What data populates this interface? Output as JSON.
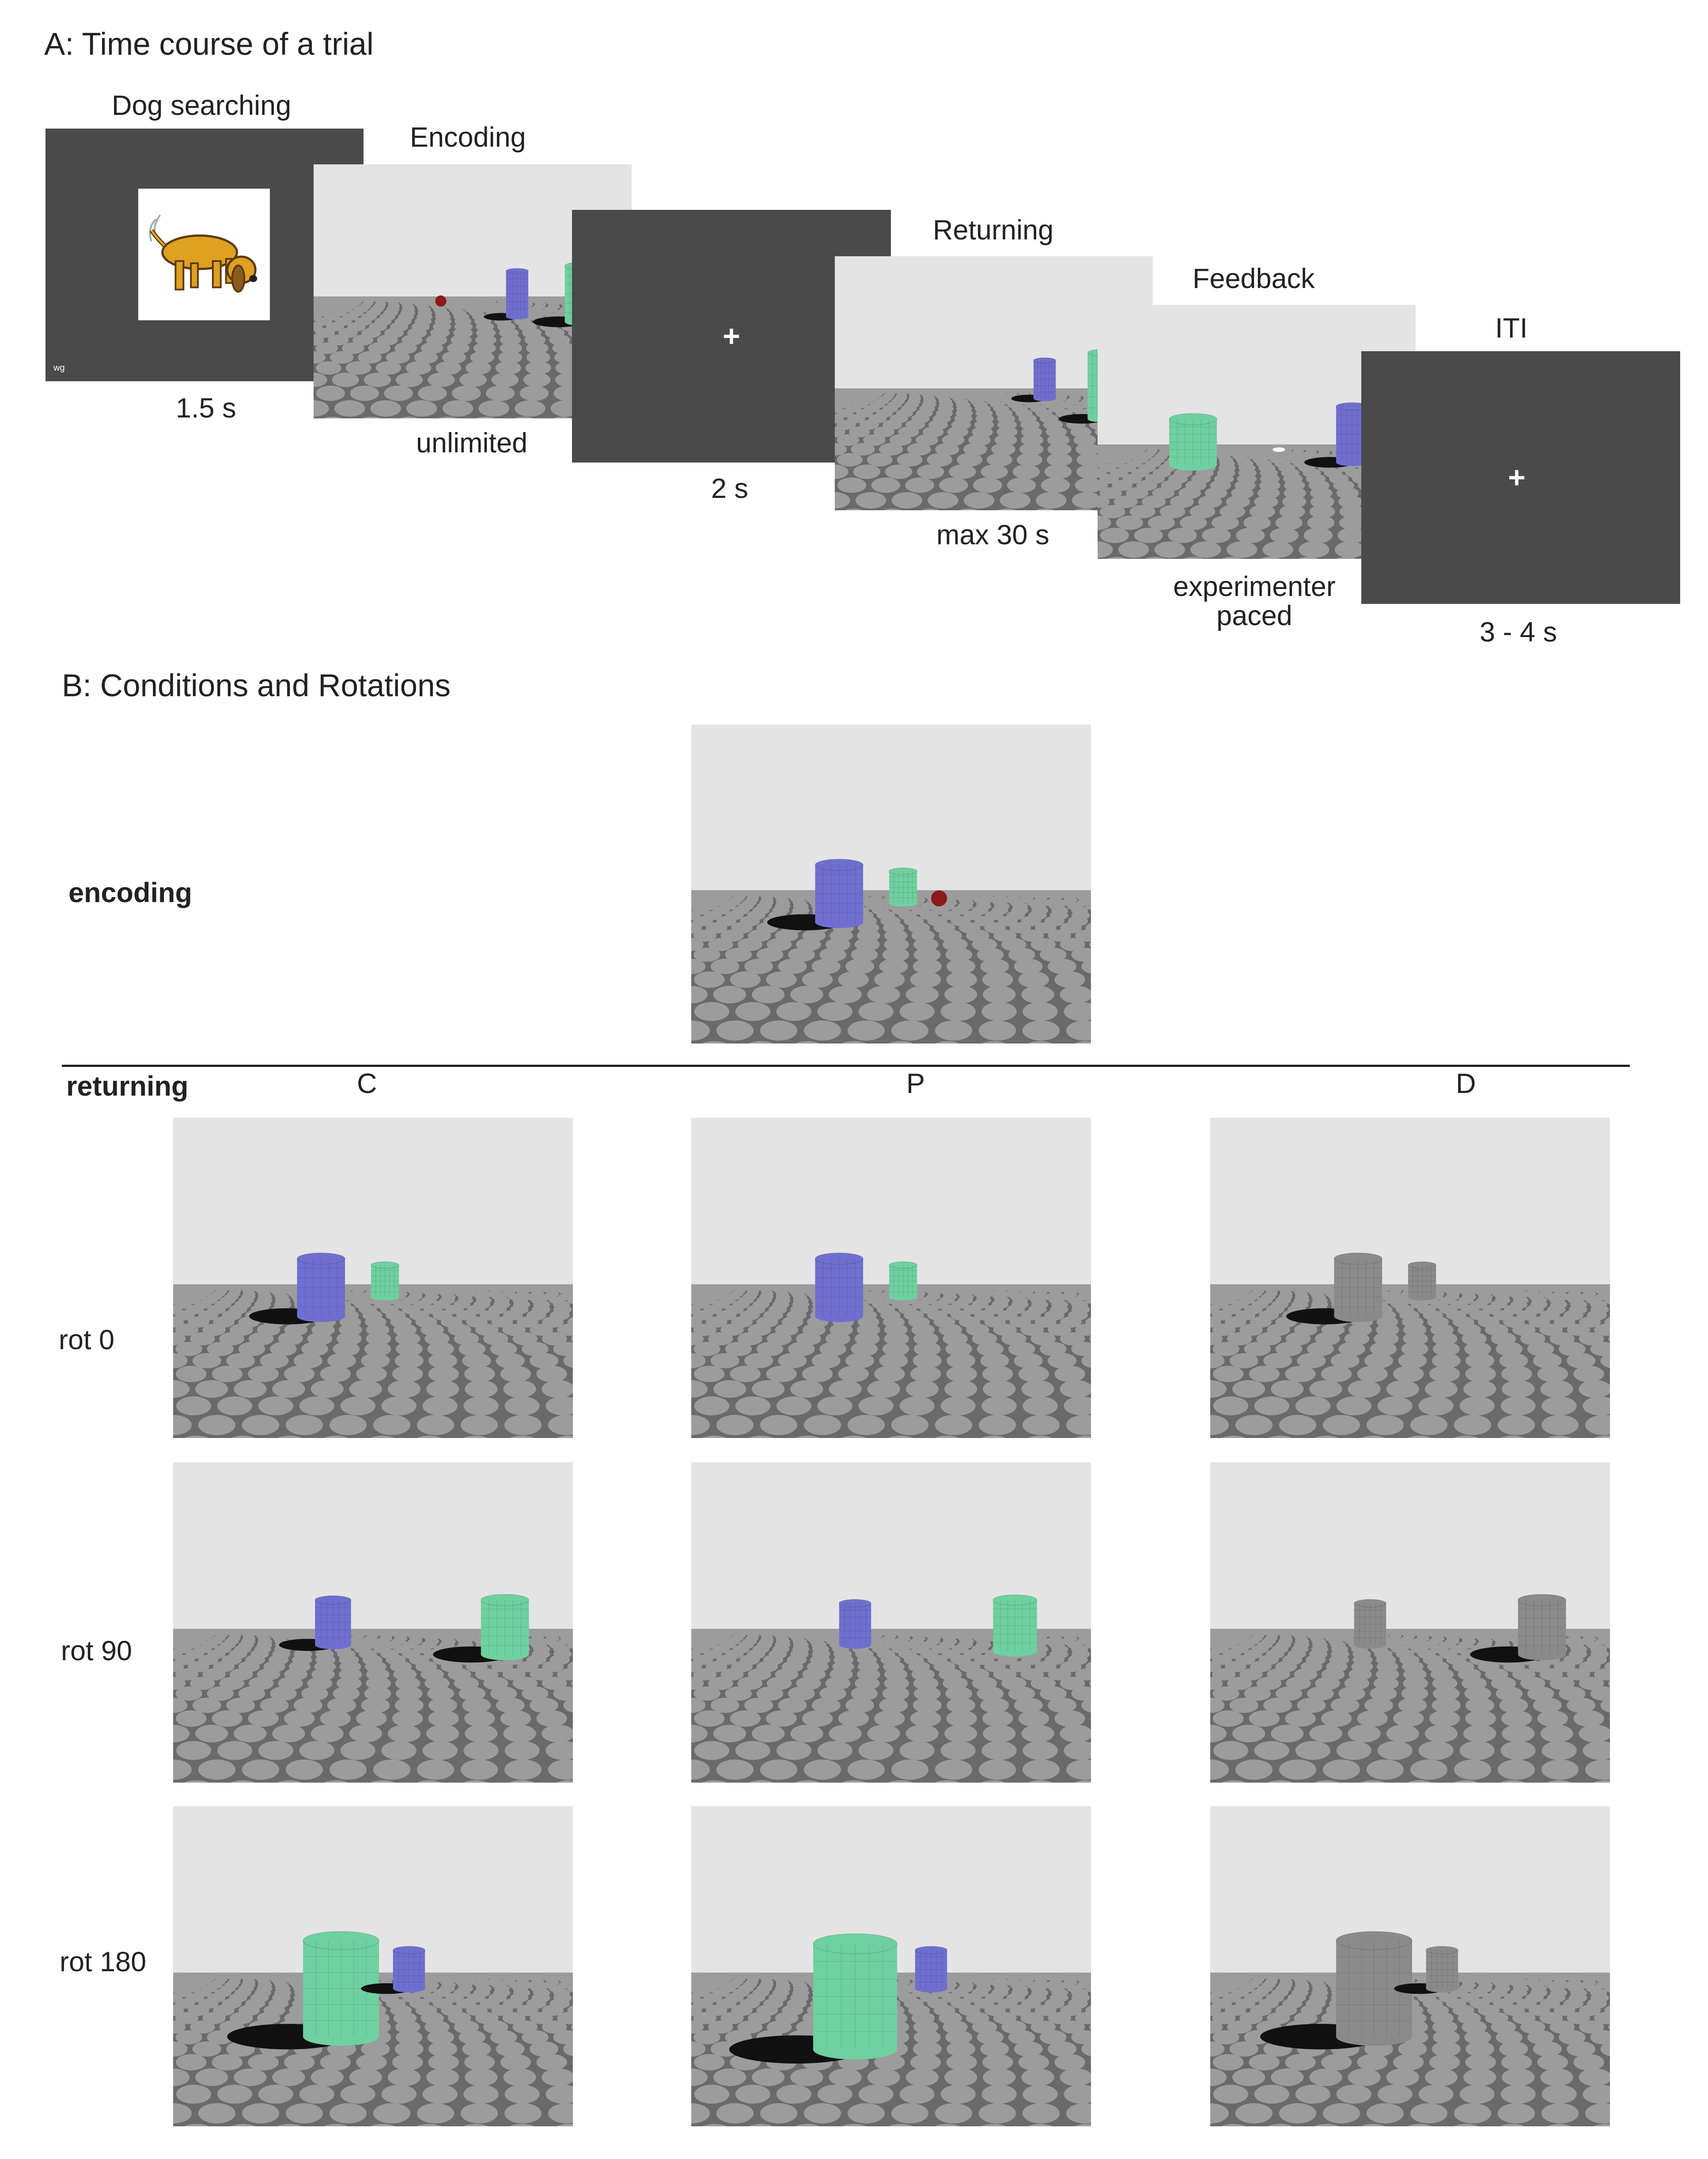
{
  "sectionA": {
    "title": "A: Time course of a trial"
  },
  "stages": [
    {
      "id": "dog",
      "label": "Dog searching",
      "duration": "1.5 s",
      "screen": "dog"
    },
    {
      "id": "encoding",
      "label": "Encoding",
      "duration": "unlimited",
      "screen": "scene-encoding"
    },
    {
      "id": "fixation",
      "label": "",
      "duration": "2 s",
      "screen": "fixation"
    },
    {
      "id": "returning",
      "label": "Returning",
      "duration": "max 30 s",
      "screen": "scene-returning"
    },
    {
      "id": "feedback",
      "label": "Feedback",
      "duration": "experimenter paced",
      "screen": "scene-feedback"
    },
    {
      "id": "iti",
      "label": "ITI",
      "duration": "3 - 4 s",
      "screen": "fixation"
    }
  ],
  "fixation_symbol": "+",
  "dog_screen_corner_text": "wg",
  "sectionB": {
    "title": "B: Conditions and Rotations",
    "encoding_label": "encoding",
    "returning_label": "returning",
    "columns": [
      "C",
      "P",
      "D"
    ],
    "rows": [
      "rot 0",
      "rot 90",
      "rot 180"
    ]
  },
  "colors": {
    "dark_screen": "#4a4a4a",
    "sky": "#e4e4e4",
    "floor": "#6a6a6a",
    "tile": "#9c9c9c",
    "blue_object": "#6f6fd0",
    "green_object": "#6fd0a0",
    "grey_object": "#8a8a8a",
    "red_ball": "#8b1a1a",
    "dog_body": "#e0a020"
  }
}
